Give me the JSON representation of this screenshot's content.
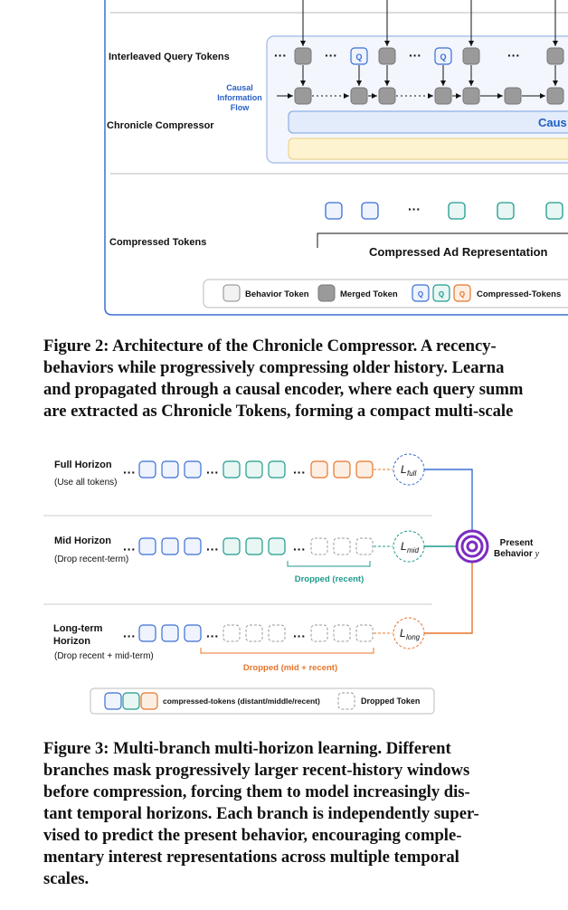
{
  "fig2": {
    "labels": {
      "query_tokens": "Interleaved Query Tokens",
      "causal_flow_1": "Causal",
      "causal_flow_2": "Information",
      "causal_flow_3": "Flow",
      "compressor": "Chronicle Compressor",
      "compressed_tokens": "Compressed Tokens",
      "encoder_label": "Caus",
      "representation": "Compressed Ad Representation",
      "q_glyph": "Q",
      "dots": "···"
    },
    "legend": {
      "behavior": "Behavior Token",
      "merged": "Merged Token",
      "compressed": "Compressed-Tokens"
    },
    "caption": [
      "Figure 2: Architecture of the Chronicle Compressor. A recency-",
      "behaviors while progressively compressing older history. Learna",
      "and propagated through a causal encoder, where each query summ",
      "are extracted as Chronicle Tokens, forming a compact multi-scale"
    ]
  },
  "fig3": {
    "branches": [
      {
        "title_1": "Full Horizon",
        "title_2": "",
        "note": "(Use all tokens)",
        "loss_base": "L",
        "loss_sub": "full"
      },
      {
        "title_1": "Mid Horizon",
        "title_2": "",
        "note": "(Drop recent-term)",
        "loss_base": "L",
        "loss_sub": "mid"
      },
      {
        "title_1": "Long-term",
        "title_2": "Horizon",
        "note": "(Drop recent + mid-term)",
        "loss_base": "L",
        "loss_sub": "long"
      }
    ],
    "dropped_recent": "Dropped (recent)",
    "dropped_mid_recent": "Dropped (mid + recent)",
    "present_1": "Present",
    "present_2": "Behavior",
    "present_var": "y",
    "legend": {
      "compressed": "compressed-tokens (distant/middle/recent)",
      "dropped": "Dropped Token"
    },
    "colors": {
      "distant": "#3b6fd4",
      "middle": "#1f9a8c",
      "recent": "#e8742a",
      "target": "#7b2cbf"
    },
    "caption": [
      "Figure 3: Multi-branch multi-horizon learning. Different",
      "branches mask progressively larger recent-history windows",
      "before compression, forcing them to model increasingly dis-",
      "tant temporal horizons. Each branch is independently super-",
      "vised to predict the present behavior, encouraging comple-",
      "mentary interest representations across multiple temporal",
      "scales."
    ]
  }
}
